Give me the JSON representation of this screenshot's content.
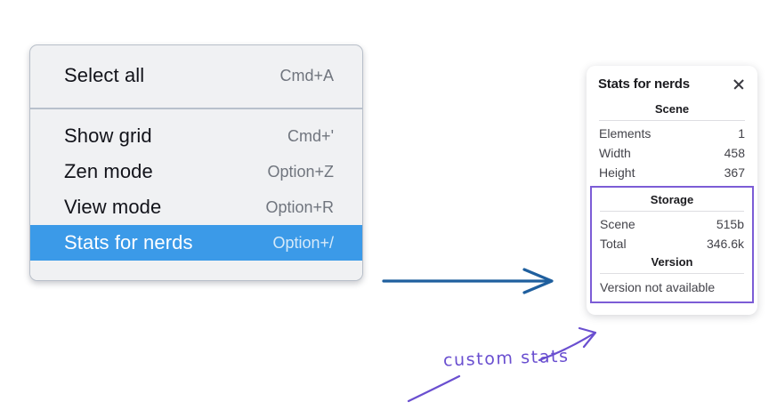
{
  "context_menu": {
    "sections": [
      {
        "items": [
          {
            "label": "Select all",
            "shortcut": "Cmd+A",
            "selected": false
          }
        ]
      },
      {
        "items": [
          {
            "label": "Show grid",
            "shortcut": "Cmd+'",
            "selected": false
          },
          {
            "label": "Zen mode",
            "shortcut": "Option+Z",
            "selected": false
          },
          {
            "label": "View mode",
            "shortcut": "Option+R",
            "selected": false
          },
          {
            "label": "Stats for nerds",
            "shortcut": "Option+/",
            "selected": true
          }
        ]
      }
    ]
  },
  "stats_panel": {
    "title": "Stats for nerds",
    "close_icon": "close-icon",
    "scene": {
      "heading": "Scene",
      "rows": [
        {
          "label": "Elements",
          "value": "1"
        },
        {
          "label": "Width",
          "value": "458"
        },
        {
          "label": "Height",
          "value": "367"
        }
      ]
    },
    "storage": {
      "heading": "Storage",
      "rows": [
        {
          "label": "Scene",
          "value": "515b"
        },
        {
          "label": "Total",
          "value": "346.6k"
        }
      ]
    },
    "version": {
      "heading": "Version",
      "text": "Version not available"
    }
  },
  "annotations": {
    "custom_stats_label": "custom stats",
    "arrow_blue_color": "#1f5f9e",
    "arrow_purple_color": "#6a4fd0",
    "selection_box_color": "#7c5cd6"
  },
  "colors": {
    "menu_background": "#f0f1f3",
    "menu_border": "#b8bfc9",
    "menu_separator": "#b8c0cc",
    "menu_highlight": "#3b9ae8",
    "panel_background": "#ffffff",
    "page_background": "#ffffff",
    "text_primary": "#12131a",
    "text_secondary": "#70757e"
  }
}
